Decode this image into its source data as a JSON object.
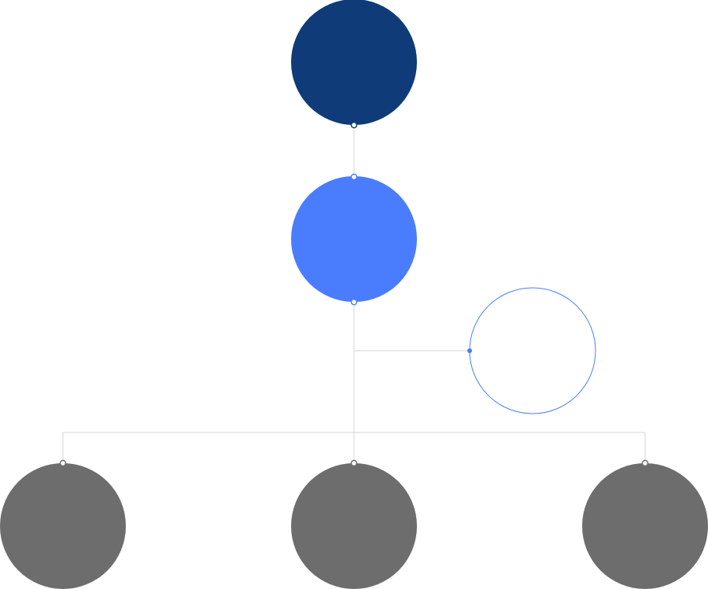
{
  "colors": {
    "root": "#0f3b78",
    "primary": "#4a7dfd",
    "assistant_stroke": "#4a7dfd",
    "children": "#6d6d6d",
    "connector": "#d6d6d6",
    "background": "#ffffff"
  },
  "nodes": [
    {
      "id": "root-node",
      "role": "root",
      "parent": ""
    },
    {
      "id": "level-2-node",
      "role": "primary",
      "parent": "root-node"
    },
    {
      "id": "assistant-node",
      "role": "assistant",
      "parent": "level-2-node"
    },
    {
      "id": "child-node-left",
      "role": "child",
      "parent": "level-2-node"
    },
    {
      "id": "child-node-center",
      "role": "child",
      "parent": "level-2-node"
    },
    {
      "id": "child-node-right",
      "role": "child",
      "parent": "level-2-node"
    }
  ]
}
